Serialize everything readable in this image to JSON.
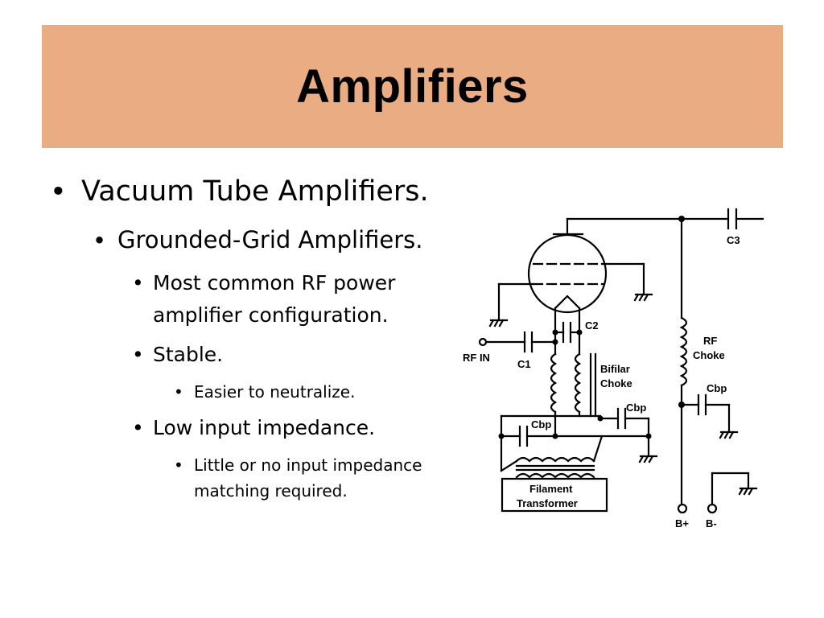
{
  "slide": {
    "title": "Amplifiers",
    "bullet_char": "•",
    "bullets": [
      {
        "level": 1,
        "text": "Vacuum Tube Amplifiers."
      },
      {
        "level": 2,
        "text": "Grounded-Grid Amplifiers."
      },
      {
        "level": 3,
        "lines": [
          "Most common RF power",
          "amplifier configuration."
        ]
      },
      {
        "level": 3,
        "text": "Stable."
      },
      {
        "level": 4,
        "text": "Easier to neutralize."
      },
      {
        "level": 3,
        "text": "Low input impedance."
      },
      {
        "level": 4,
        "lines": [
          "Little or no input impedance",
          "matching required."
        ]
      }
    ]
  },
  "schematic": {
    "labels": {
      "c3": "C3",
      "c2": "C2",
      "c1": "C1",
      "rf_in": "RF IN",
      "bifilar_1": "Bifilar",
      "bifilar_2": "Choke",
      "rf_choke_1": "RF",
      "rf_choke_2": "Choke",
      "cbp_right": "Cbp",
      "cbp_mid": "Cbp",
      "cbp_left": "Cbp",
      "filament_1": "Filament",
      "filament_2": "Transformer",
      "b_plus": "B+",
      "b_minus": "B-"
    }
  },
  "colors": {
    "title_band": "#eaac82",
    "background": "#ffffff"
  }
}
